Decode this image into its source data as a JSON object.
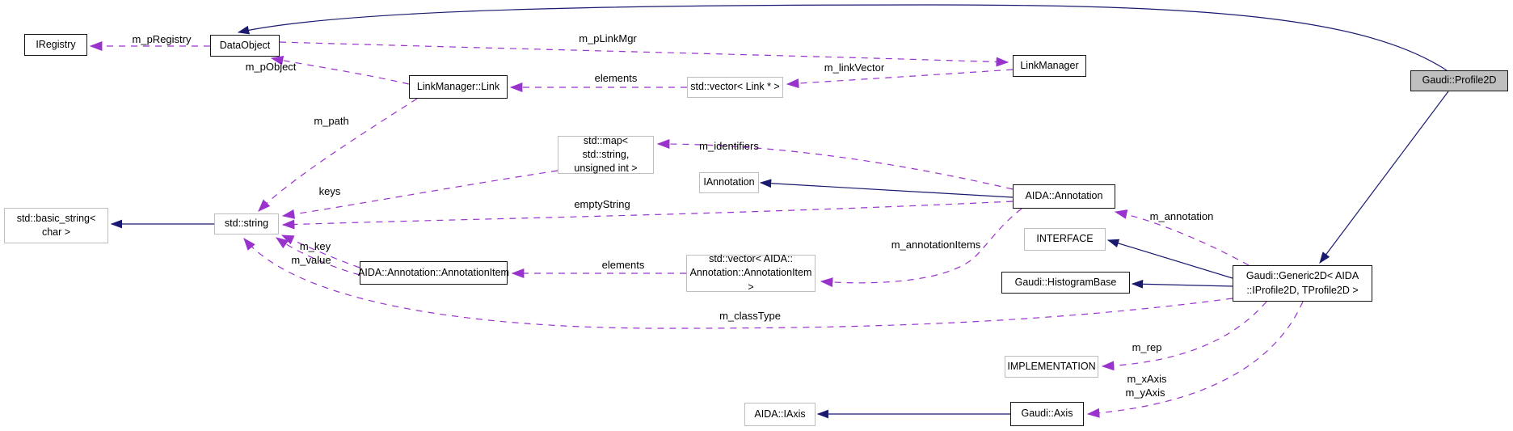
{
  "diagram": {
    "type": "collaboration-graph",
    "colors": {
      "background": "#ffffff",
      "inheritance_edge": "#191970",
      "usage_edge": "#9a32cd",
      "documented_node_border": "#000000",
      "external_node_border": "#bdbdbd",
      "current_node_fill": "#bfbfbf"
    },
    "nodes": [
      {
        "label": "IRegistry"
      },
      {
        "label": "DataObject"
      },
      {
        "label": "LinkManager::Link"
      },
      {
        "label": "std::vector< Link * >"
      },
      {
        "label": "LinkManager"
      },
      {
        "label": "Gaudi::Profile2D"
      },
      {
        "label": "std::map< std::string,\nunsigned int >"
      },
      {
        "label": "IAnnotation"
      },
      {
        "label": "AIDA::Annotation"
      },
      {
        "label": "std::basic_string<\nchar >"
      },
      {
        "label": "std::string"
      },
      {
        "label": "AIDA::Annotation::AnnotationItem"
      },
      {
        "label": "std::vector< AIDA::\nAnnotation::AnnotationItem >"
      },
      {
        "label": "INTERFACE"
      },
      {
        "label": "Gaudi::HistogramBase"
      },
      {
        "label": "Gaudi::Generic2D< AIDA\n::IProfile2D, TProfile2D >"
      },
      {
        "label": "IMPLEMENTATION"
      },
      {
        "label": "AIDA::IAxis"
      },
      {
        "label": "Gaudi::Axis"
      }
    ],
    "edge_labels": [
      {
        "text": "m_pRegistry"
      },
      {
        "text": "m_pLinkMgr"
      },
      {
        "text": "m_linkVector"
      },
      {
        "text": "m_pObject"
      },
      {
        "text": "elements"
      },
      {
        "text": "m_path"
      },
      {
        "text": "m_identifiers"
      },
      {
        "text": "keys"
      },
      {
        "text": "emptyString"
      },
      {
        "text": "m_key"
      },
      {
        "text": "m_value"
      },
      {
        "text": "elements"
      },
      {
        "text": "m_annotationItems"
      },
      {
        "text": "m_annotation"
      },
      {
        "text": "m_classType"
      },
      {
        "text": "m_rep"
      },
      {
        "text": "m_xAxis"
      },
      {
        "text": "m_yAxis"
      }
    ],
    "edges": [
      {
        "from": "Gaudi::Profile2D",
        "to": "DataObject",
        "relation": "inherits",
        "label": ""
      },
      {
        "from": "Gaudi::Profile2D",
        "to": "Gaudi::Generic2D< AIDA::IProfile2D, TProfile2D >",
        "relation": "inherits",
        "label": ""
      },
      {
        "from": "std::string",
        "to": "std::basic_string< char >",
        "relation": "inherits",
        "label": ""
      },
      {
        "from": "AIDA::Annotation",
        "to": "IAnnotation",
        "relation": "inherits",
        "label": ""
      },
      {
        "from": "Gaudi::Generic2D< AIDA::IProfile2D, TProfile2D >",
        "to": "INTERFACE",
        "relation": "inherits",
        "label": ""
      },
      {
        "from": "Gaudi::Generic2D< AIDA::IProfile2D, TProfile2D >",
        "to": "Gaudi::HistogramBase",
        "relation": "inherits",
        "label": ""
      },
      {
        "from": "Gaudi::Axis",
        "to": "AIDA::IAxis",
        "relation": "inherits",
        "label": ""
      },
      {
        "from": "DataObject",
        "to": "IRegistry",
        "relation": "uses",
        "label": "m_pRegistry"
      },
      {
        "from": "DataObject",
        "to": "LinkManager",
        "relation": "uses",
        "label": "m_pLinkMgr"
      },
      {
        "from": "LinkManager",
        "to": "std::vector< Link * >",
        "relation": "uses",
        "label": "m_linkVector"
      },
      {
        "from": "std::vector< Link * >",
        "to": "LinkManager::Link",
        "relation": "uses",
        "label": "elements"
      },
      {
        "from": "LinkManager::Link",
        "to": "DataObject",
        "relation": "uses",
        "label": "m_pObject"
      },
      {
        "from": "LinkManager::Link",
        "to": "std::string",
        "relation": "uses",
        "label": "m_path"
      },
      {
        "from": "AIDA::Annotation",
        "to": "std::map< std::string, unsigned int >",
        "relation": "uses",
        "label": "m_identifiers"
      },
      {
        "from": "std::map< std::string, unsigned int >",
        "to": "std::string",
        "relation": "uses",
        "label": "keys"
      },
      {
        "from": "AIDA::Annotation",
        "to": "std::string",
        "relation": "uses",
        "label": "emptyString"
      },
      {
        "from": "AIDA::Annotation::AnnotationItem",
        "to": "std::string",
        "relation": "uses",
        "label": "m_key"
      },
      {
        "from": "AIDA::Annotation::AnnotationItem",
        "to": "std::string",
        "relation": "uses",
        "label": "m_value"
      },
      {
        "from": "std::vector< AIDA::Annotation::AnnotationItem >",
        "to": "AIDA::Annotation::AnnotationItem",
        "relation": "uses",
        "label": "elements"
      },
      {
        "from": "AIDA::Annotation",
        "to": "std::vector< AIDA::Annotation::AnnotationItem >",
        "relation": "uses",
        "label": "m_annotationItems"
      },
      {
        "from": "Gaudi::Generic2D< AIDA::IProfile2D, TProfile2D >",
        "to": "AIDA::Annotation",
        "relation": "uses",
        "label": "m_annotation"
      },
      {
        "from": "Gaudi::Generic2D< AIDA::IProfile2D, TProfile2D >",
        "to": "std::string",
        "relation": "uses",
        "label": "m_classType"
      },
      {
        "from": "Gaudi::Generic2D< AIDA::IProfile2D, TProfile2D >",
        "to": "IMPLEMENTATION",
        "relation": "uses",
        "label": "m_rep"
      },
      {
        "from": "Gaudi::Generic2D< AIDA::IProfile2D, TProfile2D >",
        "to": "Gaudi::Axis",
        "relation": "uses",
        "label": "m_xAxis\nm_yAxis"
      }
    ]
  }
}
